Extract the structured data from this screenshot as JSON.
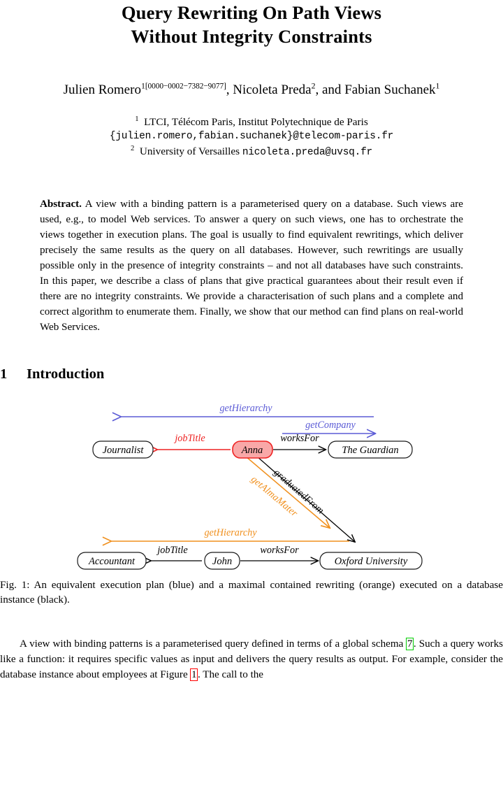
{
  "paper": {
    "title_lines": [
      "Query Rewriting On Path Views",
      "Without Integrity Constraints"
    ],
    "authors": {
      "author1_name": "Julien Romero",
      "author1_affil_mark": "1",
      "author1_orcid": "[0000−0002−7382−9077]",
      "sep1": ", ",
      "author2_name": "Nicoleta Preda",
      "author2_affil_mark": "2",
      "sep2": ", and ",
      "author3_name": "Fabian Suchanek",
      "author3_affil_mark": "1"
    },
    "affiliations": {
      "mark1": "1",
      "line1": "LTCI, Télécom Paris, Institut Polytechnique de Paris",
      "email1": "{julien.romero,fabian.suchanek}@telecom-paris.fr",
      "mark2": "2",
      "line2": "University of Versailles",
      "email2": "nicoleta.preda@uvsq.fr"
    },
    "abstract": {
      "label": "Abstract.",
      "text": "A view with a binding pattern is a parameterised query on a database. Such views are used, e.g., to model Web services. To answer a query on such views, one has to orchestrate the views together in execution plans. The goal is usually to find equivalent rewritings, which deliver precisely the same results as the query on all databases. However, such rewritings are usually possible only in the presence of integrity constraints – and not all databases have such constraints. In this paper, we describe a class of plans that give practical guarantees about their result even if there are no integrity constraints. We provide a characterisation of such plans and a complete and correct algorithm to enumerate them. Finally, we show that our method can find plans on real-world Web Services."
    },
    "section": {
      "number": "1",
      "title": "Introduction"
    },
    "figure": {
      "caption_prefix": "Fig. 1:",
      "caption_text": "An equivalent execution plan (blue) and a maximal contained rewriting (orange) executed on a database instance (black).",
      "colors": {
        "blue": "#5b5bd6",
        "orange": "#f0901e",
        "red": "#ee2222",
        "black": "#000000",
        "anna_fill": "#f9a8a8",
        "anna_stroke": "#ee2222",
        "node_stroke": "#1a1a1a"
      },
      "nodes": [
        {
          "id": "journalist",
          "label": "Journalist"
        },
        {
          "id": "anna",
          "label": "Anna"
        },
        {
          "id": "the-guardian",
          "label": "The Guardian"
        },
        {
          "id": "accountant",
          "label": "Accountant"
        },
        {
          "id": "john",
          "label": "John"
        },
        {
          "id": "oxford-university",
          "label": "Oxford University"
        }
      ],
      "edges": [
        {
          "id": "get-hierarchy-top",
          "label": "getHierarchy",
          "color": "blue",
          "from": "the-guardian",
          "to": "journalist"
        },
        {
          "id": "get-company",
          "label": "getCompany",
          "color": "blue",
          "from": "anna",
          "to": "the-guardian"
        },
        {
          "id": "job-title-anna",
          "label": "jobTitle",
          "color": "red",
          "from": "anna",
          "to": "journalist"
        },
        {
          "id": "works-for-anna",
          "label": "worksFor",
          "color": "black",
          "from": "anna",
          "to": "the-guardian"
        },
        {
          "id": "get-alma-mater",
          "label": "getAlmaMater",
          "color": "orange",
          "from": "anna",
          "to": "oxford-university"
        },
        {
          "id": "graduated-from",
          "label": "graduatedFrom",
          "color": "black",
          "from": "anna",
          "to": "oxford-university"
        },
        {
          "id": "get-hierarchy-bottom",
          "label": "getHierarchy",
          "color": "orange",
          "from": "oxford-university",
          "to": "accountant"
        },
        {
          "id": "job-title-john",
          "label": "jobTitle",
          "color": "black",
          "from": "john",
          "to": "accountant"
        },
        {
          "id": "works-for-john",
          "label": "worksFor",
          "color": "black",
          "from": "john",
          "to": "oxford-university"
        }
      ]
    },
    "body": {
      "p1_a": "A view with binding patterns is a parameterised query defined in terms of a global schema ",
      "p1_ref": "7",
      "p1_b": ". Such a query works like a function: it requires specific values as input and delivers the query results as output. For example, consider the database instance about employees at Figure ",
      "p1_figref": "1",
      "p1_c": ". The call to the"
    }
  }
}
